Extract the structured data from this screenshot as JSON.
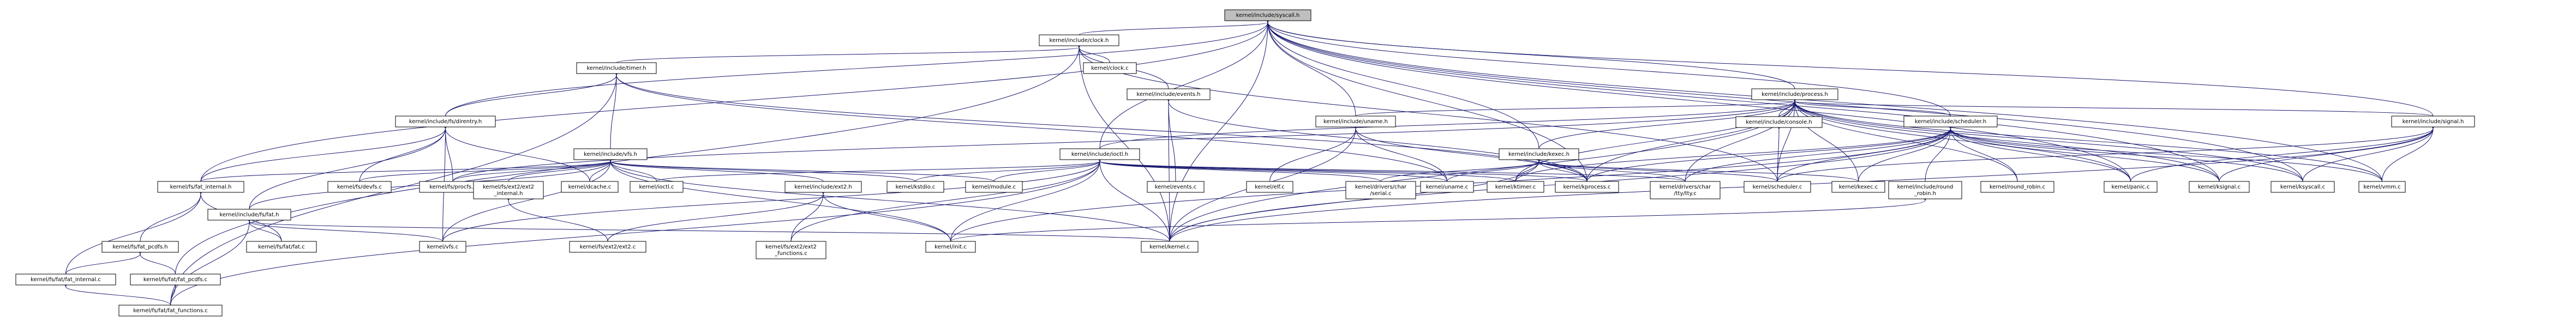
{
  "graph": {
    "colors": {
      "edge": "#191970",
      "root_fill": "#bfbfbf",
      "node_fill": "#ffffff",
      "border": "#000000"
    },
    "root": "n0",
    "nodes": [
      {
        "id": "n0",
        "label": [
          "kernel/include/syscall.h"
        ]
      },
      {
        "id": "n1",
        "label": [
          "kernel/include/clock.h"
        ]
      },
      {
        "id": "n2",
        "label": [
          "kernel/include/process.h"
        ]
      },
      {
        "id": "n3",
        "label": [
          "kernel/include/timer.h"
        ]
      },
      {
        "id": "n4",
        "label": [
          "kernel/clock.c"
        ]
      },
      {
        "id": "n5",
        "label": [
          "kernel/include/events.h"
        ]
      },
      {
        "id": "n6",
        "label": [
          "kernel/include/console.h"
        ]
      },
      {
        "id": "n7",
        "label": [
          "kernel/include/uname.h"
        ]
      },
      {
        "id": "n8",
        "label": [
          "kernel/include/scheduler.h"
        ]
      },
      {
        "id": "n9",
        "label": [
          "kernel/include/signal.h"
        ]
      },
      {
        "id": "n10",
        "label": [
          "kernel/include/fs/direntry.h"
        ]
      },
      {
        "id": "n11",
        "label": [
          "kernel/include/vfs.h"
        ]
      },
      {
        "id": "n12",
        "label": [
          "kernel/include/ioctl.h"
        ]
      },
      {
        "id": "n13",
        "label": [
          "kernel/include/kexec.h"
        ]
      },
      {
        "id": "n14",
        "label": [
          "kernel/fs/fat_internal.h"
        ]
      },
      {
        "id": "n15",
        "label": [
          "kernel/include/fs/fat.h"
        ]
      },
      {
        "id": "n16",
        "label": [
          "kernel/fs/devfs.c"
        ]
      },
      {
        "id": "n17",
        "label": [
          "kernel/fs/procfs.c"
        ]
      },
      {
        "id": "n18",
        "label": [
          "kernel/fs/ext2/ext2",
          "_internal.h"
        ]
      },
      {
        "id": "n19",
        "label": [
          "kernel/dcache.c"
        ]
      },
      {
        "id": "n20",
        "label": [
          "kernel/ioctl.c"
        ]
      },
      {
        "id": "n21",
        "label": [
          "kernel/include/ext2.h"
        ]
      },
      {
        "id": "n22",
        "label": [
          "kernel/kstdio.c"
        ]
      },
      {
        "id": "n23",
        "label": [
          "kernel/module.c"
        ]
      },
      {
        "id": "n24",
        "label": [
          "kernel/events.c"
        ]
      },
      {
        "id": "n25",
        "label": [
          "kernel/elf.c"
        ]
      },
      {
        "id": "n26",
        "label": [
          "kernel/drivers/char",
          "/serial.c"
        ]
      },
      {
        "id": "n27",
        "label": [
          "kernel/uname.c"
        ]
      },
      {
        "id": "n28",
        "label": [
          "kernel/kprocess.c"
        ]
      },
      {
        "id": "n29",
        "label": [
          "kernel/drivers/char",
          "/tty/tty.c"
        ]
      },
      {
        "id": "n30",
        "label": [
          "kernel/scheduler.c"
        ]
      },
      {
        "id": "n31",
        "label": [
          "kernel/kexec.c"
        ]
      },
      {
        "id": "n32",
        "label": [
          "kernel/include/round",
          "_robin.h"
        ]
      },
      {
        "id": "n33",
        "label": [
          "kernel/round_robin.c"
        ]
      },
      {
        "id": "n34",
        "label": [
          "kernel/panic.c"
        ]
      },
      {
        "id": "n35",
        "label": [
          "kernel/ksignal.c"
        ]
      },
      {
        "id": "n36",
        "label": [
          "kernel/ksyscall.c"
        ]
      },
      {
        "id": "n37",
        "label": [
          "kernel/vmm.c"
        ]
      },
      {
        "id": "n38",
        "label": [
          "kernel/fs/fat/fat.c"
        ]
      },
      {
        "id": "n39",
        "label": [
          "kernel/fs/fat_pcdfs.h"
        ]
      },
      {
        "id": "n40",
        "label": [
          "kernel/vfs.c"
        ]
      },
      {
        "id": "n41",
        "label": [
          "kernel/fs/ext2/ext2.c"
        ]
      },
      {
        "id": "n42",
        "label": [
          "kernel/fs/ext2/ext2",
          "_functions.c"
        ]
      },
      {
        "id": "n43",
        "label": [
          "kernel/init.c"
        ]
      },
      {
        "id": "n44",
        "label": [
          "kernel/kernel.c"
        ]
      },
      {
        "id": "n45",
        "label": [
          "kernel/fs/fat/fat_internal.c"
        ]
      },
      {
        "id": "n46",
        "label": [
          "kernel/fs/fat/fat_pcdfs.c"
        ]
      },
      {
        "id": "n47",
        "label": [
          "kernel/fs/fat/fat_functions.c"
        ]
      },
      {
        "id": "n48",
        "label": [
          "kernel/ktimer.c"
        ]
      }
    ],
    "edges": [
      [
        "n0",
        "n1"
      ],
      [
        "n0",
        "n2"
      ],
      [
        "n0",
        "n10"
      ],
      [
        "n0",
        "n12"
      ],
      [
        "n0",
        "n7"
      ],
      [
        "n0",
        "n13"
      ],
      [
        "n0",
        "n8"
      ],
      [
        "n0",
        "n9"
      ],
      [
        "n0",
        "n14"
      ],
      [
        "n0",
        "n28"
      ],
      [
        "n0",
        "n44"
      ],
      [
        "n0",
        "n36"
      ],
      [
        "n0",
        "n37"
      ],
      [
        "n0",
        "n34"
      ],
      [
        "n0",
        "n35"
      ],
      [
        "n1",
        "n3"
      ],
      [
        "n1",
        "n4"
      ],
      [
        "n1",
        "n5"
      ],
      [
        "n1",
        "n44"
      ],
      [
        "n1",
        "n30"
      ],
      [
        "n1",
        "n46"
      ],
      [
        "n3",
        "n10"
      ],
      [
        "n3",
        "n11"
      ],
      [
        "n3",
        "n47"
      ],
      [
        "n3",
        "n27"
      ],
      [
        "n3",
        "n28"
      ],
      [
        "n2",
        "n6"
      ],
      [
        "n2",
        "n8"
      ],
      [
        "n2",
        "n9"
      ],
      [
        "n2",
        "n13"
      ],
      [
        "n2",
        "n7"
      ],
      [
        "n2",
        "n12"
      ],
      [
        "n2",
        "n17"
      ],
      [
        "n2",
        "n28"
      ],
      [
        "n2",
        "n31"
      ],
      [
        "n2",
        "n30"
      ],
      [
        "n2",
        "n33"
      ],
      [
        "n2",
        "n34"
      ],
      [
        "n2",
        "n35"
      ],
      [
        "n2",
        "n36"
      ],
      [
        "n2",
        "n37"
      ],
      [
        "n2",
        "n48"
      ],
      [
        "n2",
        "n44"
      ],
      [
        "n2",
        "n29"
      ],
      [
        "n5",
        "n24"
      ],
      [
        "n5",
        "n44"
      ],
      [
        "n5",
        "n28"
      ],
      [
        "n6",
        "n30"
      ],
      [
        "n7",
        "n25"
      ],
      [
        "n7",
        "n27"
      ],
      [
        "n7",
        "n44"
      ],
      [
        "n7",
        "n28"
      ],
      [
        "n8",
        "n30"
      ],
      [
        "n8",
        "n32"
      ],
      [
        "n8",
        "n33"
      ],
      [
        "n8",
        "n34"
      ],
      [
        "n8",
        "n35"
      ],
      [
        "n8",
        "n36"
      ],
      [
        "n8",
        "n31"
      ],
      [
        "n8",
        "n28"
      ],
      [
        "n8",
        "n48"
      ],
      [
        "n8",
        "n29"
      ],
      [
        "n8",
        "n44"
      ],
      [
        "n8",
        "n43"
      ],
      [
        "n8",
        "n37"
      ],
      [
        "n9",
        "n35"
      ],
      [
        "n9",
        "n36"
      ],
      [
        "n9",
        "n34"
      ],
      [
        "n9",
        "n30"
      ],
      [
        "n9",
        "n44"
      ],
      [
        "n9",
        "n37"
      ],
      [
        "n10",
        "n14"
      ],
      [
        "n10",
        "n16"
      ],
      [
        "n10",
        "n17"
      ],
      [
        "n10",
        "n40"
      ],
      [
        "n10",
        "n15"
      ],
      [
        "n10",
        "n19"
      ],
      [
        "n11",
        "n14"
      ],
      [
        "n11",
        "n15"
      ],
      [
        "n11",
        "n16"
      ],
      [
        "n11",
        "n17"
      ],
      [
        "n11",
        "n18"
      ],
      [
        "n11",
        "n19"
      ],
      [
        "n11",
        "n20"
      ],
      [
        "n11",
        "n21"
      ],
      [
        "n11",
        "n22"
      ],
      [
        "n11",
        "n23"
      ],
      [
        "n11",
        "n40"
      ],
      [
        "n11",
        "n44"
      ],
      [
        "n11",
        "n43"
      ],
      [
        "n12",
        "n20"
      ],
      [
        "n12",
        "n22"
      ],
      [
        "n12",
        "n23"
      ],
      [
        "n12",
        "n26"
      ],
      [
        "n12",
        "n27"
      ],
      [
        "n12",
        "n29"
      ],
      [
        "n12",
        "n28"
      ],
      [
        "n12",
        "n42"
      ],
      [
        "n12",
        "n43"
      ],
      [
        "n12",
        "n44"
      ],
      [
        "n12",
        "n47"
      ],
      [
        "n12",
        "n48"
      ],
      [
        "n12",
        "n40"
      ],
      [
        "n13",
        "n48"
      ],
      [
        "n13",
        "n26"
      ],
      [
        "n13",
        "n27"
      ],
      [
        "n13",
        "n28"
      ],
      [
        "n13",
        "n29"
      ],
      [
        "n13",
        "n30"
      ],
      [
        "n13",
        "n31"
      ],
      [
        "n13",
        "n44"
      ],
      [
        "n14",
        "n38"
      ],
      [
        "n14",
        "n39"
      ],
      [
        "n14",
        "n45"
      ],
      [
        "n15",
        "n38"
      ],
      [
        "n15",
        "n40"
      ],
      [
        "n15",
        "n47"
      ],
      [
        "n15",
        "n44"
      ],
      [
        "n18",
        "n41"
      ],
      [
        "n21",
        "n41"
      ],
      [
        "n21",
        "n42"
      ],
      [
        "n21",
        "n43"
      ],
      [
        "n32",
        "n43"
      ],
      [
        "n39",
        "n45"
      ],
      [
        "n39",
        "n46"
      ],
      [
        "n45",
        "n47"
      ],
      [
        "n46",
        "n47"
      ]
    ]
  }
}
